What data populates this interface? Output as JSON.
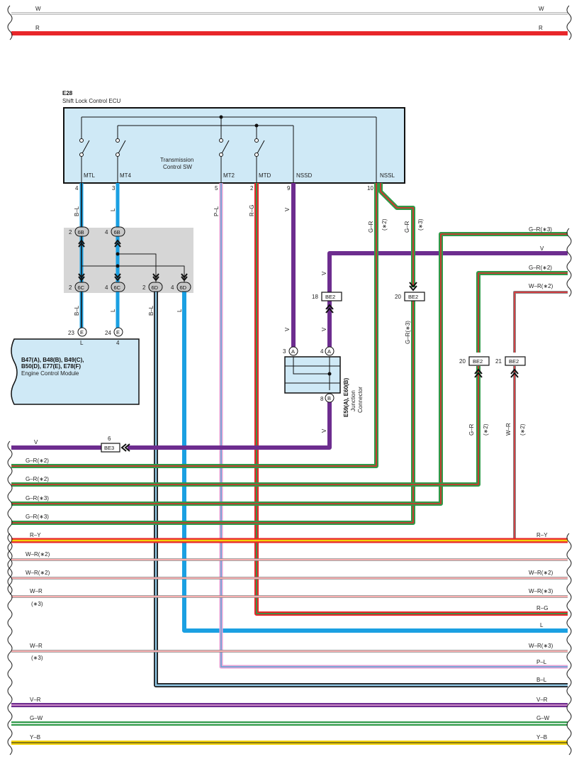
{
  "colors": {
    "W": "#ffffff",
    "R": "#e8262a",
    "L": "#1ba0e2",
    "V": "#6d2d8f",
    "G": "#2f9a49",
    "B": "#1c1c1c",
    "Y": "#f2d20c",
    "P": "#e7a3d6",
    "ecu_fill": "#cfe9f6",
    "grey_box": "#d6d6d6"
  },
  "ecu": {
    "code": "E28",
    "name": "Shift Lock Control ECU",
    "switch_label_1": "Transmission",
    "switch_label_2": "Control SW",
    "terminals": [
      {
        "name": "MTL",
        "pin": "4",
        "wire": "B–L"
      },
      {
        "name": "MT4",
        "pin": "3",
        "wire": "L"
      },
      {
        "name": "MT2",
        "pin": "5",
        "wire": "P–L"
      },
      {
        "name": "MTD",
        "pin": "2",
        "wire": "R–G"
      },
      {
        "name": "NSSD",
        "pin": "9",
        "wire": "V"
      },
      {
        "name": "NSSL",
        "pin": "10",
        "wire": ""
      }
    ]
  },
  "junction_6": {
    "top": [
      {
        "pin": "2",
        "conn": "6B"
      },
      {
        "pin": "4",
        "conn": "6B"
      }
    ],
    "bottom": [
      {
        "pin": "2",
        "conn": "6C"
      },
      {
        "pin": "4",
        "conn": "6C"
      },
      {
        "pin": "2",
        "conn": "6D"
      },
      {
        "pin": "4",
        "conn": "6D"
      }
    ]
  },
  "ecm": {
    "line1": "B47(A), B48(B), B49(C),",
    "line2": "B50(D), E77(E), E78(F)",
    "name": "Engine Control Module",
    "pins": [
      {
        "pin": "23",
        "conn": "E",
        "wire": "L"
      },
      {
        "pin": "24",
        "conn": "E",
        "wire": "4"
      }
    ]
  },
  "junction_connector": {
    "line1": "E59(A), E60(B)",
    "line2": "Junction",
    "line3": "Connector",
    "pins": [
      {
        "pin": "3",
        "conn": "A"
      },
      {
        "pin": "4",
        "conn": "A"
      },
      {
        "pin": "8",
        "conn": "B"
      }
    ]
  },
  "connectors": {
    "be2_18": {
      "pin": "18",
      "name": "BE2"
    },
    "be2_20_top": {
      "pin": "20",
      "name": "BE2"
    },
    "be2_20": {
      "pin": "20",
      "name": "BE2"
    },
    "be2_21": {
      "pin": "21",
      "name": "BE2"
    },
    "be3_6": {
      "pin": "6",
      "name": "BE3"
    }
  },
  "wire_labels": {
    "top_w": "W",
    "top_r": "R",
    "bl_a": "B–L",
    "l_a": "L",
    "pl": "P–L",
    "rg": "R–G",
    "v_a": "V",
    "gr_nssl1": "G–R",
    "star2_a": "(∗2)",
    "gr_nssl2": "G–R",
    "star3_a": "(∗3)",
    "bl_b": "B–L",
    "l_b": "L",
    "bl_c": "B–L",
    "l_c": "L",
    "v_b": "V",
    "v_c": "V",
    "v_d": "V",
    "v_e": "V",
    "gr3_vert": "G–R(∗3)",
    "gr_vert2": "G–R",
    "star2_b": "(∗2)",
    "wr_vert": "W–R",
    "star2_c": "(∗2)",
    "r_gr3": "G–R(∗3)",
    "r_v": "V",
    "r_gr2": "G–R(∗2)",
    "r_wr2": "W–R(∗2)"
  },
  "bottom_left_labels": [
    "V",
    "G–R(∗2)",
    "G–R(∗2)",
    "G–R(∗3)",
    "G–R(∗3)",
    "R–Y",
    "W–R(∗2)",
    "W–R(∗2)",
    "W–R",
    "(∗3)",
    "W–R",
    "(∗3)",
    "V–R",
    "G–W",
    "Y–B"
  ],
  "bottom_right_labels": [
    "R–Y",
    "W–R(∗2)",
    "W–R(∗3)",
    "R–G",
    "L",
    "W–R(∗3)",
    "P–L",
    "B–L",
    "V–R",
    "G–W",
    "Y–B"
  ]
}
